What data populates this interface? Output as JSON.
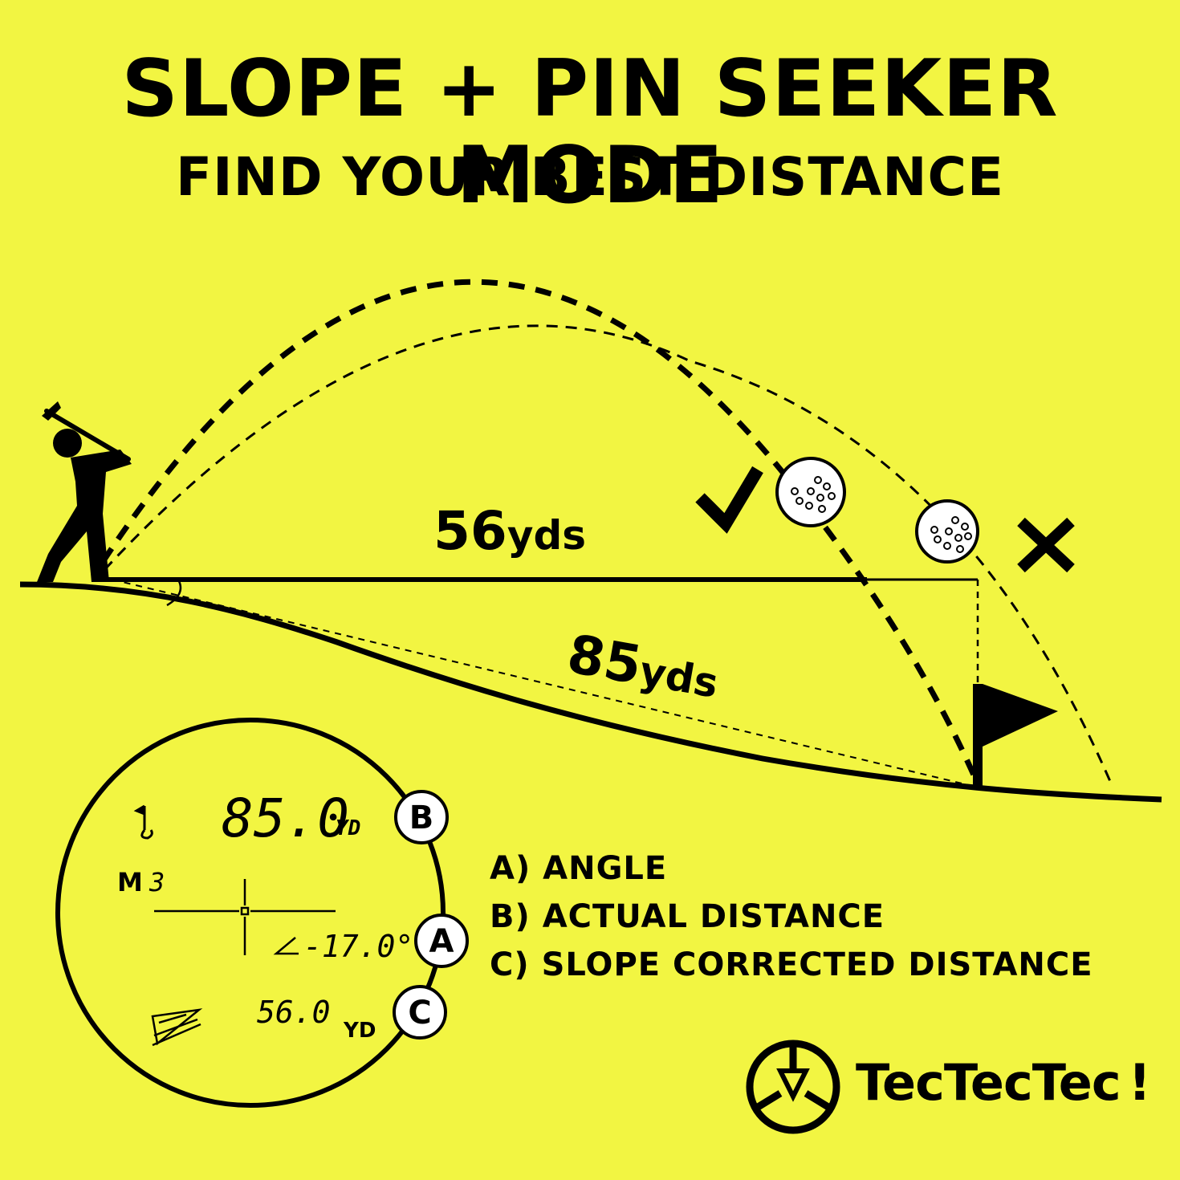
{
  "header": {
    "title": "SLOPE + PIN SEEKER MODE",
    "subtitle": "FIND YOUR BEST DISTANCE"
  },
  "diagram": {
    "horizontal_distance": {
      "value": "56",
      "unit": "yds"
    },
    "actual_distance": {
      "value": "85",
      "unit": "yds"
    }
  },
  "rangefinder_display": {
    "distance_reading": "85.0",
    "distance_unit": "YD",
    "mode_letter": "M",
    "mode_number": "3",
    "angle_reading": "-17.0°",
    "slope_reading": "56.0",
    "slope_unit": "YD",
    "callouts": {
      "a": "A",
      "b": "B",
      "c": "C"
    }
  },
  "legend": {
    "a": "A) ANGLE",
    "b": "B) ACTUAL DISTANCE",
    "c": "C) SLOPE CORRECTED DISTANCE"
  },
  "brand": {
    "name": "TecTecTec",
    "mark": "!"
  },
  "colors": {
    "background": "#f2f542",
    "ink": "#000000",
    "ball": "#ffffff"
  }
}
